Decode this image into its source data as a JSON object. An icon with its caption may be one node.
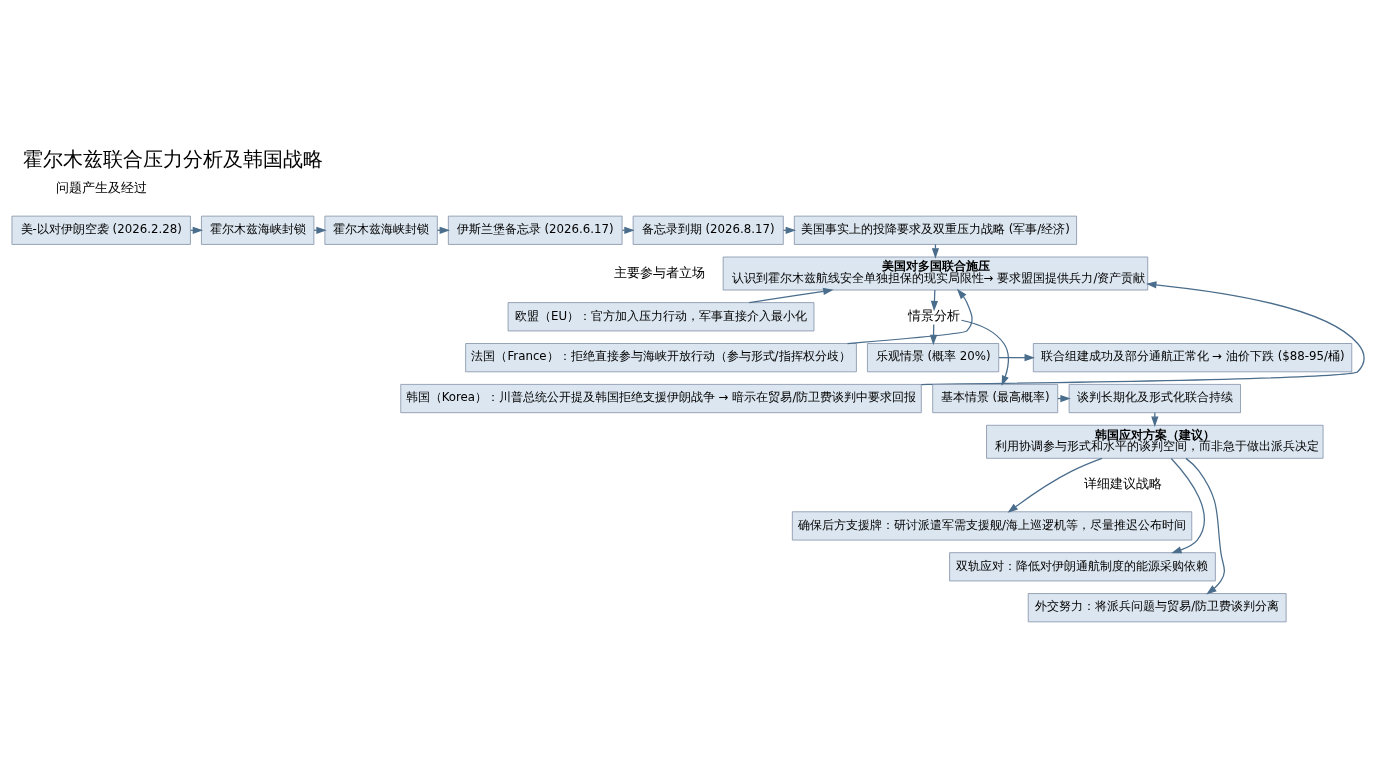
{
  "diagram": {
    "title": "霍尔木兹联合压力分析及韩国战略",
    "nodes": [
      {
        "text": [
          "美-以对伊朗空袭 (2026.2.28)"
        ]
      },
      {
        "text": [
          "霍尔木兹海峡封锁"
        ]
      },
      {
        "text": [
          "霍尔木兹海峡封锁"
        ]
      },
      {
        "text": [
          "伊斯兰堡备忘录 (2026.6.17)"
        ]
      },
      {
        "text": [
          "备忘录到期 (2026.8.17)"
        ]
      },
      {
        "text": [
          "美国事实上的投降要求及双重压力战略 (军事/经济)"
        ]
      },
      {
        "text": [
          "美国对多国联合施压",
          "认识到霍尔木兹航线安全单独担保的现实局限性→ 要求盟国提供兵力/资产贡献"
        ]
      },
      {
        "text": [
          "欧盟（EU）：官方加入压力行动，军事直接介入最小化"
        ]
      },
      {
        "text": [
          "法国（France）：拒绝直接参与海峡开放行动（参与形式/指挥权分歧）"
        ]
      },
      {
        "text": [
          "韩国（Korea）：川普总统公开提及韩国拒绝支援伊朗战争 → 暗示在贸易/防卫费谈判中要求回报"
        ]
      },
      {
        "text": [
          "情景分析"
        ]
      },
      {
        "text": [
          "乐观情景 (概率 20%)"
        ]
      },
      {
        "text": [
          "基本情景 (最高概率)"
        ]
      },
      {
        "text": [
          "联合组建成功及部分通航正常化 → 油价下跌 ($88-95/桶)"
        ]
      },
      {
        "text": [
          "谈判长期化及形式化联合持续"
        ]
      },
      {
        "text": [
          "韩国应对方案（建议）",
          "利用协调参与形式和水平的谈判空间，而非急于做出派兵决定"
        ]
      },
      {
        "text": [
          "确保后方支援牌：研讨派遣军需支援舰/海上巡逻机等，尽量推迟公布时间"
        ]
      },
      {
        "text": [
          "双轨应对：降低对伊朗通航制度的能源采购依赖"
        ]
      },
      {
        "text": [
          "外交努力：将派兵问题与贸易/防卫费谈判分离"
        ]
      }
    ],
    "edges": [
      {
        "from": 0,
        "to": 1,
        "arrow": "to"
      },
      {
        "from": 1,
        "to": 2,
        "arrow": "to"
      },
      {
        "from": 2,
        "to": 3,
        "arrow": "to"
      },
      {
        "from": 3,
        "to": 4,
        "arrow": "to"
      },
      {
        "from": 4,
        "to": 5,
        "arrow": "to"
      },
      {
        "from": 5,
        "to": 6,
        "arrow": "to"
      },
      {
        "from": 7,
        "to": 6,
        "arrow": "to"
      },
      {
        "from": 8,
        "to": 6,
        "arrow": "to"
      },
      {
        "from": 9,
        "to": 6,
        "arrow": "to"
      },
      {
        "from": 6,
        "to": 10,
        "arrow": "to"
      },
      {
        "from": 10,
        "to": 11,
        "arrow": "to"
      },
      {
        "from": 10,
        "to": 12,
        "arrow": "to"
      },
      {
        "from": 11,
        "to": 13,
        "arrow": "to"
      },
      {
        "from": 12,
        "to": 14,
        "arrow": "to"
      },
      {
        "from": 14,
        "to": 15,
        "arrow": "to"
      },
      {
        "from": 15,
        "to": 16,
        "arrow": "to"
      },
      {
        "from": 15,
        "to": 17,
        "arrow": "to"
      },
      {
        "from": 15,
        "to": 18,
        "arrow": "to"
      }
    ],
    "labels": [
      "问题产生及经过",
      "主要参与者立场",
      "详细建议战略"
    ]
  }
}
